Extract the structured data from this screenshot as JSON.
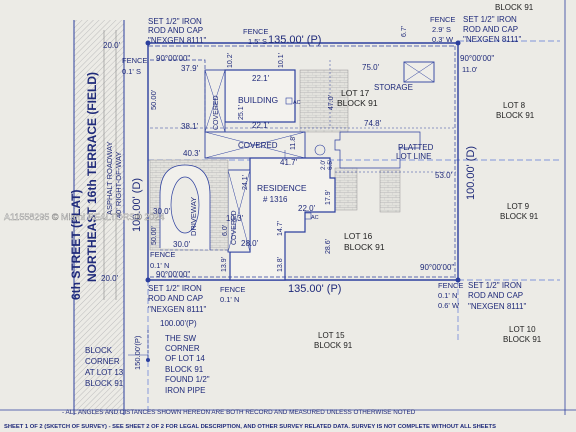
{
  "colors": {
    "ink": "#1f2a7a",
    "line": "#2c3f9e",
    "hatch": "#c8c8c8",
    "paper": "#ecebe6",
    "lot_line": "#5d79d8"
  },
  "streets": {
    "main": "6th STREET (PLAT)",
    "field": "NORTHEAST 16th TERRACE (FIELD)",
    "roadway": "ASPHALT ROADWAY",
    "row": "40' RIGHT-OF-WAY"
  },
  "corners": {
    "nw_iron": "SET 1/2\" IRON",
    "nw_cap": "ROD AND CAP",
    "nw_tag": "\"NEXGEN 8111\"",
    "ne_iron": "SET 1/2\" IRON",
    "ne_cap": "ROD AND CAP",
    "ne_tag": "\"NEXGEN 8111\"",
    "sw_iron": "SET 1/2\" IRON",
    "sw_cap": "ROD AND CAP",
    "sw_tag": "\"NEXGEN 8111\"",
    "se_iron": "SET 1/2\" IRON",
    "se_cap": "ROD AND CAP",
    "se_tag": "\"NEXGEN 8111\""
  },
  "fences": {
    "north": "FENCE",
    "north_off": "1.5' S",
    "ne": "FENCE",
    "ne_off1": "2.9' S",
    "ne_off2": "0.3' W",
    "nw": "FENCE",
    "nw_off": "0.1' S",
    "sw": "FENCE",
    "sw_off": "0.1' N",
    "south": "FENCE",
    "south_off": "0.1' N",
    "se": "FENCE",
    "se_off1": "0.1' N",
    "se_off2": "0.6' W"
  },
  "dims": {
    "north": "135.00' (P)",
    "south": "135.00' (P)",
    "west": "100.00' (D)",
    "east": "100.00' (D)",
    "row_n": "20.0'",
    "row_s": "20.0'",
    "ang_nw": "90°00'00\"",
    "ang_ne": "90°00'00\"",
    "ang_sw": "90°00'00\"",
    "ang_se": "90°00'00\"",
    "d_376": "37.9'",
    "d_102": "10.2'",
    "d_101": "10.1'",
    "d_221a": "22.1'",
    "d_221b": "22.1'",
    "d_251": "25.1'",
    "d_750": "75.0'",
    "d_110": "11.0'",
    "d_470": "47.0'",
    "d_748": "74.8'",
    "d_500": "50.00'",
    "d_381": "38.1'",
    "d_118": "11.8'",
    "d_403": "40.3'",
    "d_417": "41.7'",
    "d_20": "2.0'",
    "d_65": "6.5'",
    "d_530": "53.0'",
    "d_241": "24.1'",
    "d_179": "17.9'",
    "d_300a": "30.0'",
    "d_300b": "30.0'",
    "d_5000": "50.00'",
    "d_103": "10.3'",
    "d_220": "22.0'",
    "d_60": "6.0'",
    "d_147": "14.7'",
    "d_286": "28.6'",
    "d_280": "28.0'",
    "d_139": "13.9'",
    "d_138": "13.8'",
    "d_67": "6.7'",
    "d_1500": "150.00'(P)",
    "d_1000p": "100.00'(P)"
  },
  "labels": {
    "building": "BUILDING",
    "storage": "STORAGE",
    "covered1": "COVERED",
    "covered2": "COVERED",
    "covered3": "COVERED",
    "driveway": "DRIVEWAY",
    "residence": "RESIDENCE",
    "res_no": "# 1316",
    "ac1": "AC",
    "ac2": "AC",
    "platted1": "PLATTED",
    "platted2": "LOT LINE"
  },
  "lots": {
    "lot17": "LOT 17",
    "lot17b": "BLOCK 91",
    "lot16": "LOT 16",
    "lot16b": "BLOCK 91",
    "lot8": "LOT 8",
    "lot8b": "BLOCK 91",
    "lot9": "LOT 9",
    "lot9b": "BLOCK 91",
    "lot10": "LOT 10",
    "lot10b": "BLOCK 91",
    "lot15": "LOT 15",
    "lot15b": "BLOCK 91",
    "block91_top": "BLOCK 91"
  },
  "sw_note": [
    "THE SW",
    "CORNER",
    "OF LOT 14",
    "BLOCK 91",
    "FOUND 1/2\"",
    "IRON PIPE"
  ],
  "block_note": [
    "BLOCK",
    "CORNER",
    "AT LOT 13",
    "BLOCK 91"
  ],
  "footer": {
    "note": "- ALL ANGLES AND DISTANCES SHOWN HEREON ARE BOTH RECORD AND MEASURED UNLESS OTHERWISE NOTED",
    "sheet": "SHEET 1 OF 2 (SKETCH OF SURVEY) - SEE SHEET 2 OF 2 FOR LEGAL DESCRIPTION, AND OTHER SURVEY RELATED DATA. SURVEY IS NOT COMPLETE WITHOUT ALL SHEETS"
  },
  "watermark": "A11558295 © Miami REALTORS® 2024"
}
